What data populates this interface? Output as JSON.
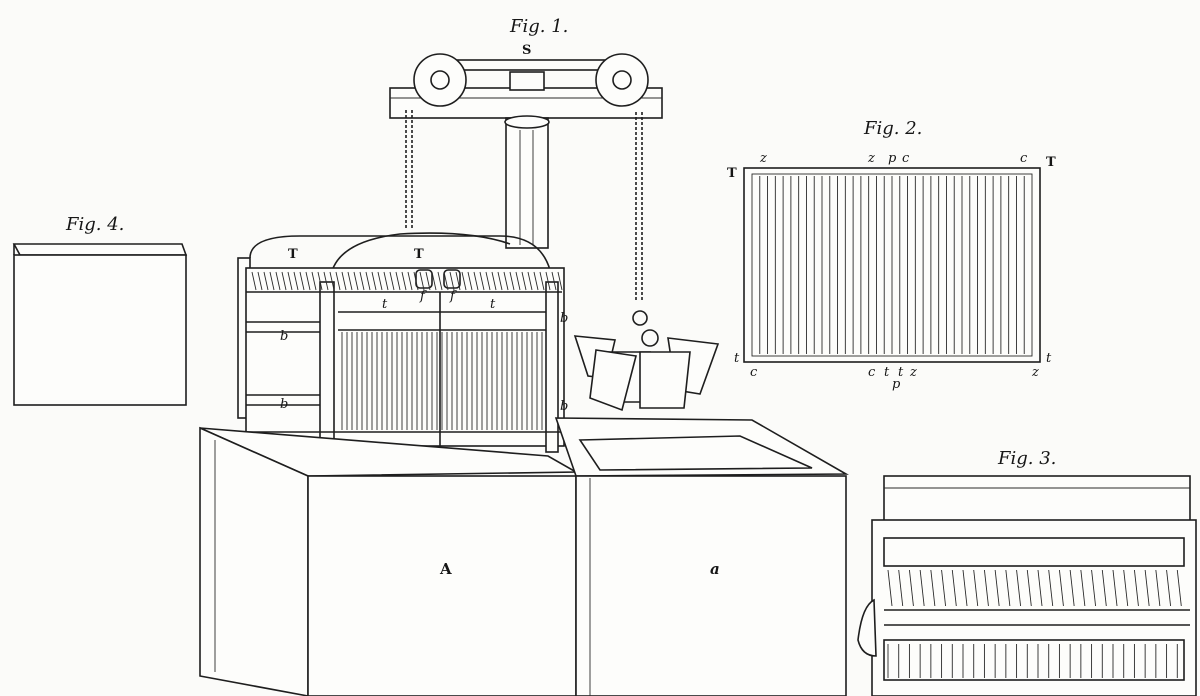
{
  "figure_titles": {
    "fig1": "Fig. 1.",
    "fig2": "Fig. 2.",
    "fig3": "Fig. 3.",
    "fig4": "Fig. 4."
  },
  "labels": {
    "S": "S",
    "T": "T",
    "t": "t",
    "f": "f",
    "b": "b",
    "A": "A",
    "a": "a",
    "z": "z",
    "p": "p",
    "c": "c"
  },
  "fig1_elements": [
    "pulley-frame",
    "pulley-wheel",
    "ropes",
    "counterweights",
    "cell-frame",
    "plates",
    "tank-A",
    "tank-a"
  ],
  "fig2_plate_count": 36,
  "fig3_cell_count": 28
}
